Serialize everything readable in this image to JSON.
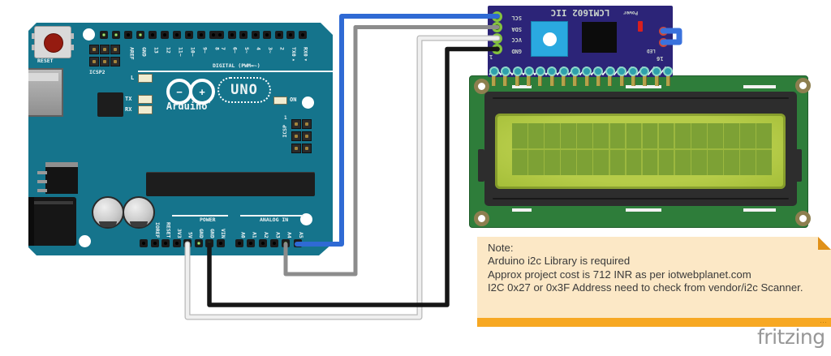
{
  "colors": {
    "board_teal": "#15748c",
    "module_navy": "#2c2478",
    "pcb_green": "#2e7d3a",
    "screen_green": "#a9c43c",
    "wire_blue": "#2f6ad4",
    "wire_gray": "#8c8c8c",
    "wire_white": "#efefef",
    "wire_black": "#161616",
    "note_bg": "#fce8c6",
    "note_bar": "#f7a823"
  },
  "arduino": {
    "reset": "RESET",
    "icsp2": "ICSP2",
    "led_l": "L",
    "led_tx": "TX",
    "led_rx": "RX",
    "brand": "Arduino",
    "brand_tm": "™",
    "model": "UNO",
    "on": "ON",
    "icsp": "ICSP",
    "icsp_pin1": "1",
    "digital_caption": "DIGITAL (PWM=~)",
    "digital_left_pins": [
      "pg",
      "pg",
      "pb",
      "pg",
      "pb",
      "pb",
      "pb",
      "pb",
      "pb",
      "pb"
    ],
    "digital_left_labels": [
      "",
      "",
      "AREF",
      "GND",
      "13",
      "12",
      "11~",
      "10~",
      "9~",
      "8"
    ],
    "digital_right_pins": [
      "pb",
      "pb",
      "pb",
      "pb",
      "pb",
      "pb",
      "pb",
      "pb"
    ],
    "digital_right_labels": [
      "7",
      "6~",
      "5~",
      "4",
      "3~",
      "2",
      "TX0▸",
      "RX0◂"
    ],
    "power_caption": "POWER",
    "power_pins": [
      "pb",
      "pb",
      "pb",
      "pb",
      "pg",
      "pg",
      "pg",
      "pb"
    ],
    "power_labels": [
      "",
      "IOREF",
      "RESET",
      "3V3",
      "5V",
      "GND",
      "GND",
      "VIN"
    ],
    "analog_caption": "ANALOG IN",
    "analog_pins": [
      "pb",
      "pb",
      "pb",
      "pb",
      "pg",
      "pg"
    ],
    "analog_labels": [
      "A0",
      "A1",
      "A2",
      "A3",
      "A4",
      "A5"
    ]
  },
  "i2c_module": {
    "title": "LCM1602 IIC",
    "pin_labels": [
      "SCL",
      "SDA",
      "VCC",
      "GND"
    ],
    "pin1": "1",
    "pin16": "16",
    "power_led_label": "Power",
    "led_jumper_label": "LED"
  },
  "note": {
    "lines": [
      "Note:",
      "Arduino i2c Library is required",
      "Approx project cost is 712 INR as per iotwebplanet.com",
      "I2C 0x27 or 0x3F  Address need to check from vendor/i2c Scanner."
    ]
  },
  "watermark": "fritzing"
}
